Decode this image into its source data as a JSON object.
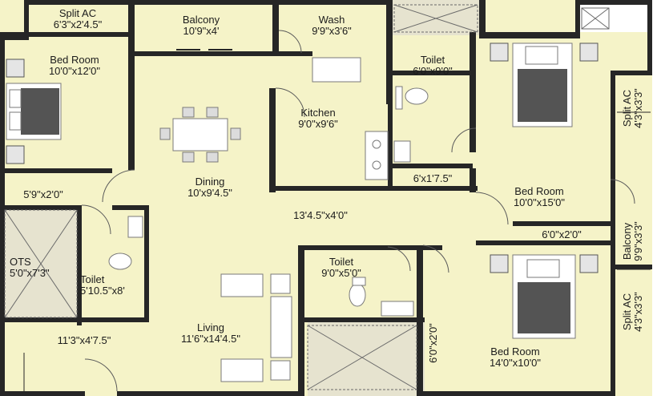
{
  "rooms": {
    "split_ac_top": {
      "name": "Split AC",
      "dim": "6'3\"x2'4.5\""
    },
    "balcony_top": {
      "name": "Balcony",
      "dim": "10'9\"x4'"
    },
    "wash": {
      "name": "Wash",
      "dim": "9'9\"x3'6\""
    },
    "bed_left": {
      "name": "Bed Room",
      "dim": "10'0\"x12'0\""
    },
    "toilet_top": {
      "name": "Toilet",
      "dim": "6'0\"x9'0\""
    },
    "kitchen": {
      "name": "Kitchen",
      "dim": "9'0\"x9'6\""
    },
    "split_ac_right1": {
      "name": "Split AC",
      "dim": "4'3\"x3'3\""
    },
    "dining": {
      "name": "Dining",
      "dim": "10'x9'4.5\""
    },
    "passage_small": {
      "dim": "6'x1'7.5\""
    },
    "bed_right_top": {
      "name": "Bed Room",
      "dim": "10'0\"x15'0\""
    },
    "ledge_left": {
      "dim": "5'9\"x2'0\""
    },
    "corridor": {
      "dim": "13'4.5\"x4'0\""
    },
    "balcony_right": {
      "name": "Balcony",
      "dim": "9'9\"x3'3\""
    },
    "ledge_right": {
      "dim": "6'0\"x2'0\""
    },
    "ots": {
      "name": "OTS",
      "dim": "5'0\"x7'3\""
    },
    "toilet_mid": {
      "name": "Toilet",
      "dim": "9'0\"x5'0\""
    },
    "toilet_left": {
      "name": "Toilet",
      "dim": "5'10.5\"x8'"
    },
    "split_ac_right2": {
      "name": "Split AC",
      "dim": "4'3\"x3'3\""
    },
    "living": {
      "name": "Living",
      "dim": "11'6\"x14'4.5\""
    },
    "foyer": {
      "dim": "11'3\"x4'7.5\""
    },
    "ledge_vertical": {
      "dim": "6'0\"x2'0\""
    },
    "bed_right_bottom": {
      "name": "Bed Room",
      "dim": "14'0\"x10'0\""
    }
  }
}
